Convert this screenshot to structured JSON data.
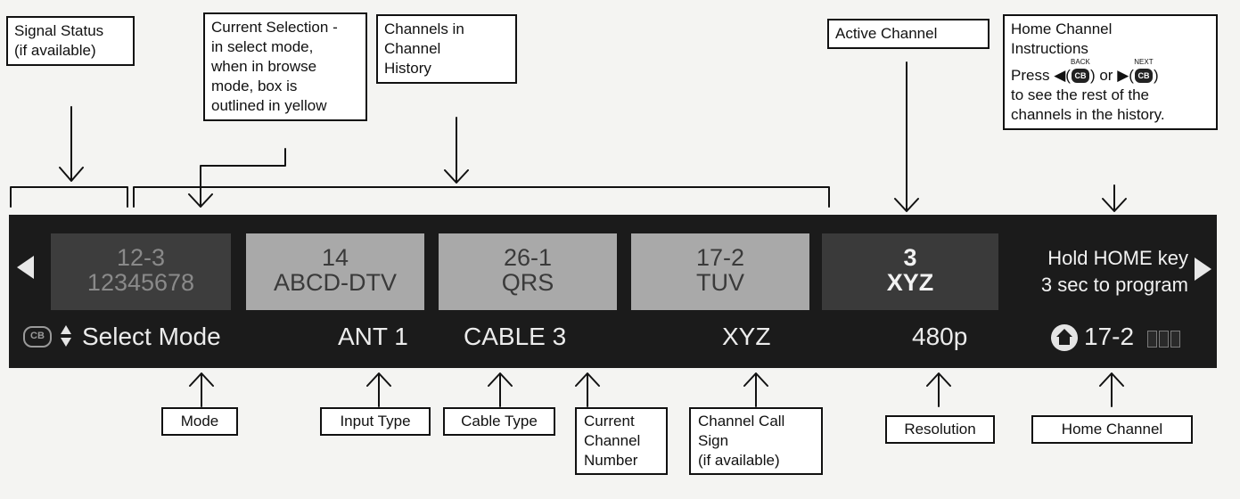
{
  "top_callouts": {
    "signal_status": [
      "Signal Status",
      "(if available)"
    ],
    "current_selection": [
      "Current Selection -",
      "in select mode,",
      "when in browse",
      "mode, box is",
      "outlined in yellow"
    ],
    "channels_history": [
      "Channels in",
      "Channel",
      "History"
    ],
    "active_channel": "Active Channel",
    "home_instructions": {
      "title": [
        "Home Channel",
        "Instructions"
      ],
      "press": "Press",
      "back_label": "BACK",
      "next_label": "NEXT",
      "icon_text": "CB",
      "or": "or",
      "rest_1": "to see the rest of the",
      "rest_2": "channels in the history."
    }
  },
  "tv_bar": {
    "tiles": [
      {
        "number": "12-3",
        "name": "12345678",
        "style": "dark"
      },
      {
        "number": "14",
        "name": "ABCD-DTV",
        "style": "gray"
      },
      {
        "number": "26-1",
        "name": "QRS",
        "style": "gray"
      },
      {
        "number": "17-2",
        "name": "TUV",
        "style": "gray"
      },
      {
        "number": "3",
        "name": "XYZ",
        "style": "active"
      }
    ],
    "home_instruction": [
      "Hold HOME key",
      "3 sec to program"
    ],
    "cb_logo": "CB",
    "mode": "Select Mode",
    "input_type": "ANT 1",
    "cable_type": "CABLE 3",
    "call_sign": "XYZ",
    "resolution": "480p",
    "home_channel": "17-2"
  },
  "bottom_callouts": {
    "mode": "Mode",
    "input_type": "Input Type",
    "cable_type": "Cable Type",
    "current_channel_number": [
      "Current",
      "Channel",
      "Number"
    ],
    "channel_call_sign": [
      "Channel Call",
      "Sign",
      "(if available)"
    ],
    "resolution": "Resolution",
    "home_channel": "Home Channel"
  },
  "colors": {
    "bar_background": "#1b1b1b",
    "tile_gray": "#a9a9a9",
    "tile_dark": "#3d3d3d",
    "bar_text": "#ececec"
  }
}
